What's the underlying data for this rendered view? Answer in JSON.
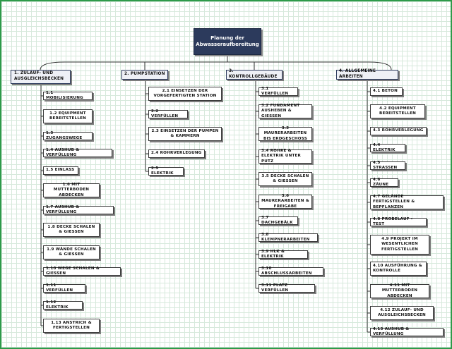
{
  "diagram": {
    "root": "Planung der Abwasseraufbereitung",
    "branches": [
      {
        "label": "1. ZULAUF- UND AUSGLEICHSBECKEN",
        "items": [
          "1.1 MOBILISIERUNG",
          "1.2 EQUIPMENT BEREITSTELLEN",
          "1.3 ZUGANGSWEGE",
          "1.4 AUSHUB & VERFÜLLUNG",
          "1.5 EINLASS",
          "1.6 MIT MUTTERBODEN ABDECKEN",
          "1.7 AUSHUB & VERFÜLLUNG",
          "1.8 DECKE SCHALEN & GIESSEN",
          "1.9 WÄNDE SCHALEN & GIESSEN",
          "1.10 WEGE SCHALEN & GIESSEN",
          "1.11 VERFÜLLEN",
          "1.12 ELEKTRIK",
          "1.13 ANSTRICH & FERTIGSTELLEN"
        ]
      },
      {
        "label": "2. PUMPSTATION",
        "items": [
          "2.1 EINSETZEN DER VORGEFERTIGTEN STATION",
          "2.2 VERFÜLLEN",
          "2.3 EINSETZEN DER PUMPEN & KAMMERN",
          "2.4 ROHRVERLEGUNG",
          "2.5 ELEKTRIK"
        ]
      },
      {
        "label": "3. KONTROLLGEBÄUDE",
        "items": [
          "3.1 VERFÜLLEN",
          "3.2 FUNDAMENT AUSHEBEN & GIESSEN",
          "3.3 MAURERARBEITEN BIS ERDGESCHOSS",
          "3.4 ROHRE & ELEKTRIK UNTER PUTZ",
          "3.5 DECKE SCHALEN & GIESSEN",
          "3.6 MAURERARBEITEN & FREIGABE",
          "3.7 DACHGEBÄLK",
          "3.8 KLEMPNERARBEITEN",
          "3.9 HLK & ELEKTRIK",
          "3.10 ABSCHLUSSARBEITEN",
          "3.11 PLATZ VERFÜLLEN"
        ]
      },
      {
        "label": "4. ALLGEMEINE ARBEITEN",
        "items": [
          "4.1 BETON",
          "4.2 EQUIPMENT BEREITSTELLEN",
          "4.3 ROHRVERLEGUNG",
          "4.4 ELEKTRIK",
          "4.5 STRASSEN",
          "4.6 ZÄUNE",
          "4.7 GELÄNDE FERTIGSTELLEN & BEPFLANZEN",
          "4.8 PROBELAUF - TEST",
          "4.9 PROJEKT IM WESENTLICHEN FERTIGSTELLEN",
          "4.10 AUSFÜHRUNG & KONTROLLE",
          "4.11 MIT MUTTERBODEN ABDECKEN",
          "4.12 ZULAUF- UND AUSGLEICHSBECKEN",
          "4.13 AUSHUB & VERFÜLLUNG"
        ]
      }
    ]
  }
}
